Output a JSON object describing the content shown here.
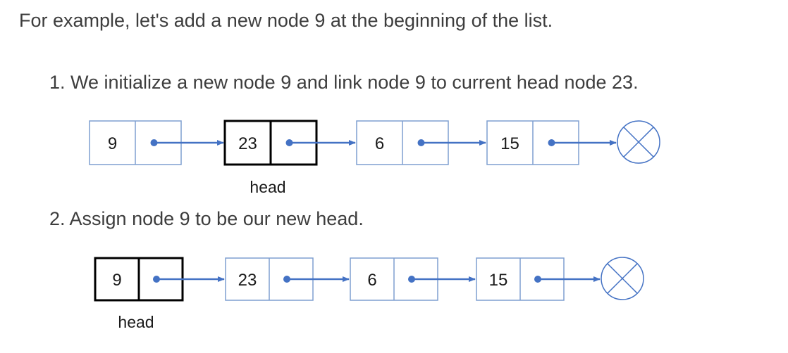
{
  "intro_text": "For example, let's add a new node 9 at the beginning of the list.",
  "steps": [
    {
      "text": "1. We initialize a new node 9 and link node 9 to current head node 23.",
      "nodes": [
        "9",
        "23",
        "6",
        "15"
      ],
      "head_index": 1,
      "head_label": "head"
    },
    {
      "text": "2. Assign node 9 to be our new head.",
      "nodes": [
        "9",
        "23",
        "6",
        "15"
      ],
      "head_index": 0,
      "head_label": "head"
    }
  ],
  "colors": {
    "text": "#3d3d3d",
    "node_border": "#7f9fd0",
    "head_border": "#000000",
    "arrow": "#4472c4",
    "null_circle": "#4472c4"
  }
}
